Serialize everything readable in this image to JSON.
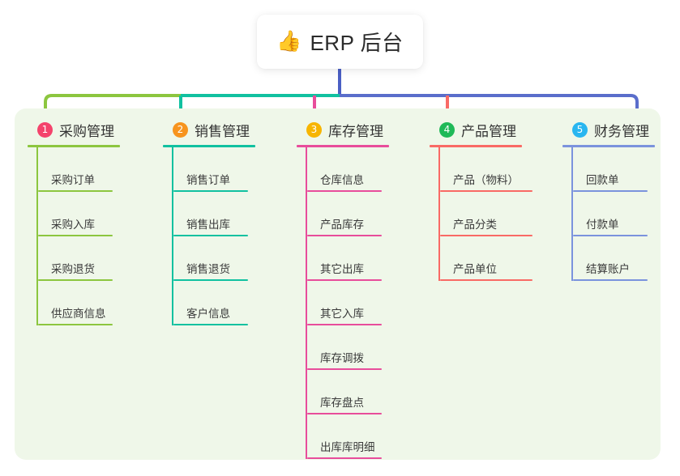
{
  "diagram": {
    "type": "mindmap",
    "background": "#ffffff",
    "panel_color": "#eff7e9",
    "root": {
      "emoji": "👍",
      "emoji_name": "thumbs-up-emoji",
      "title": "ERP 后台",
      "stem_color": "#4a5fc4"
    },
    "trunk": {
      "segments": [
        {
          "color": "#8cc63f"
        },
        {
          "color": "#11c1a0"
        },
        {
          "color": "#5a6ecb"
        }
      ]
    },
    "branches": [
      {
        "index": "1",
        "title": "采购管理",
        "badge_color": "#f4436c",
        "line_color": "#8cc63f",
        "rule_width": 114,
        "leaf_rule_width": 92,
        "items": [
          {
            "label": "采购订单"
          },
          {
            "label": "采购入库"
          },
          {
            "label": "采购退货"
          },
          {
            "label": "供应商信息"
          }
        ]
      },
      {
        "index": "2",
        "title": "销售管理",
        "badge_color": "#f7941e",
        "line_color": "#11c1a0",
        "rule_width": 114,
        "leaf_rule_width": 92,
        "items": [
          {
            "label": "销售订单"
          },
          {
            "label": "销售出库"
          },
          {
            "label": "销售退货"
          },
          {
            "label": "客户信息"
          }
        ]
      },
      {
        "index": "3",
        "title": "库存管理",
        "badge_color": "#f7b500",
        "line_color": "#e84d9b",
        "rule_width": 114,
        "leaf_rule_width": 92,
        "items": [
          {
            "label": "仓库信息"
          },
          {
            "label": "产品库存"
          },
          {
            "label": "其它出库"
          },
          {
            "label": "其它入库"
          },
          {
            "label": "库存调拨"
          },
          {
            "label": "库存盘点"
          },
          {
            "label": "出库库明细"
          }
        ]
      },
      {
        "index": "4",
        "title": "产品管理",
        "badge_color": "#1fb958",
        "line_color": "#f96a65",
        "rule_width": 114,
        "leaf_rule_width": 114,
        "items": [
          {
            "label": "产品（物料）"
          },
          {
            "label": "产品分类"
          },
          {
            "label": "产品单位"
          }
        ]
      },
      {
        "index": "5",
        "title": "财务管理",
        "badge_color": "#29b6f0",
        "line_color": "#7b93dd",
        "rule_width": 114,
        "leaf_rule_width": 92,
        "items": [
          {
            "label": "回款单"
          },
          {
            "label": "付款单"
          },
          {
            "label": "结算账户"
          }
        ]
      }
    ]
  }
}
